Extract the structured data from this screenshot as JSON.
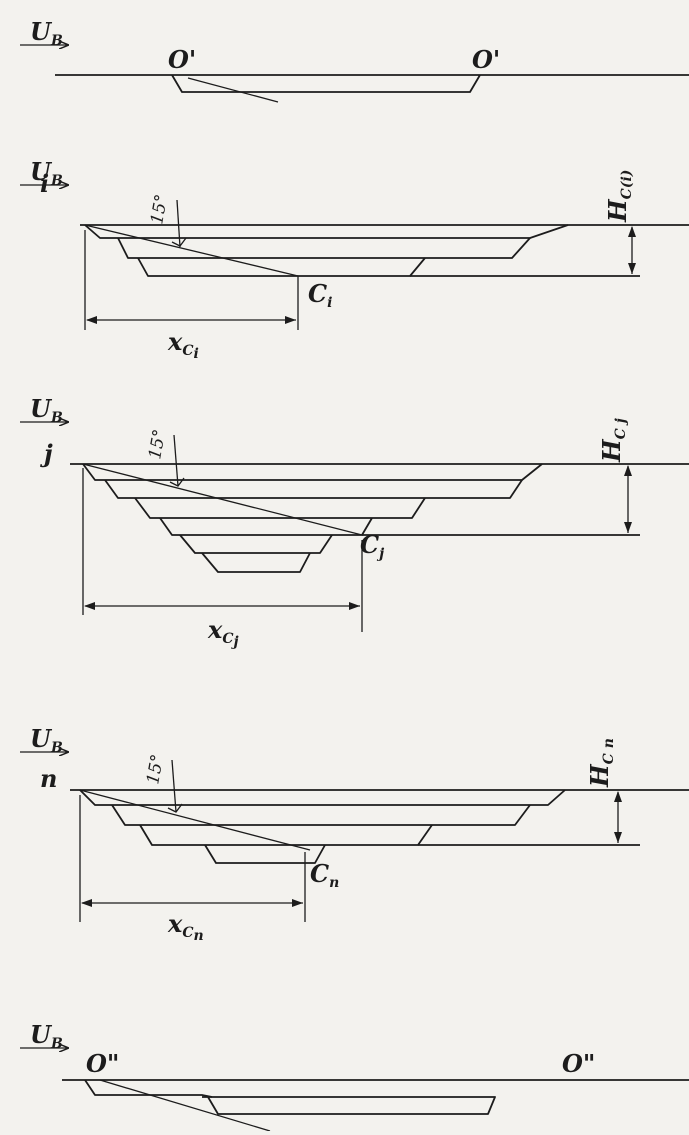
{
  "labels": {
    "velocity": "U",
    "velocity_sub": "B",
    "start_left": "O'",
    "start_right": "O'",
    "end_left": "O\"",
    "end_right": "O\"",
    "angle": "15°"
  },
  "stages": [
    {
      "start": "i",
      "point": "C",
      "point_sub": "i",
      "x_label": "x",
      "x_sub": "C",
      "x_subsub": "i",
      "h_label": "H",
      "h_sub": "C(i)"
    },
    {
      "start": "j",
      "point": "C",
      "point_sub": "j",
      "x_label": "x",
      "x_sub": "C",
      "x_subsub": "j",
      "h_label": "H",
      "h_sub": "C j"
    },
    {
      "start": "n",
      "point": "C",
      "point_sub": "n",
      "x_label": "x",
      "x_sub": "C",
      "x_subsub": "n",
      "h_label": "H",
      "h_sub": "C n"
    }
  ]
}
